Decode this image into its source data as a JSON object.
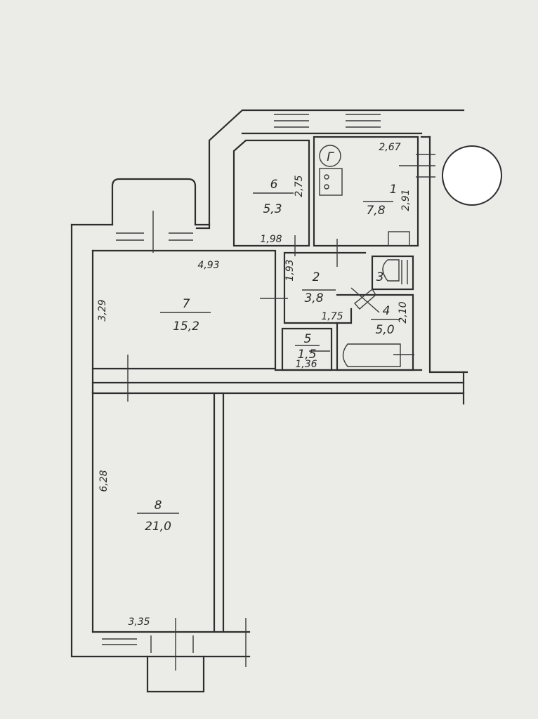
{
  "plan": {
    "rooms": [
      {
        "number": "1",
        "area": "7,8"
      },
      {
        "number": "2",
        "area": "3,8"
      },
      {
        "number": "3"
      },
      {
        "number": "4",
        "area": "5,0"
      },
      {
        "number": "5",
        "area": "1,5"
      },
      {
        "number": "6",
        "area": "5,3"
      },
      {
        "number": "7",
        "area": "15,2"
      },
      {
        "number": "8",
        "area": "21,0"
      }
    ],
    "dimensions": {
      "d267": "2,67",
      "d291": "2,91",
      "d275": "2,75",
      "d198": "1,98",
      "d493": "4,93",
      "d329": "3,29",
      "d193": "1,93",
      "d175": "1,75",
      "d210": "2,10",
      "d136": "1,36",
      "d628": "6,28",
      "d335": "3,35"
    },
    "gas_symbol": "Г",
    "colors": {
      "background": "#ebebe8",
      "lines": "#2e2e2e"
    }
  }
}
